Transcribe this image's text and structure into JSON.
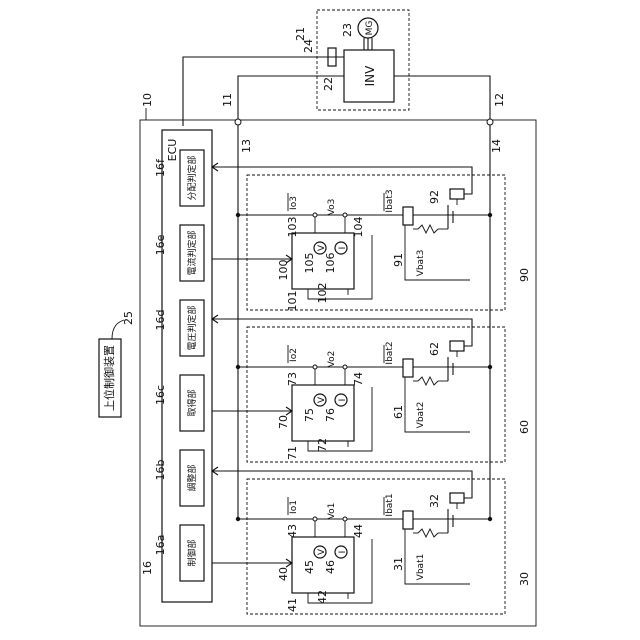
{
  "upper_controller": {
    "ref": "25",
    "label": "上位制御装置"
  },
  "motor_unit": {
    "ref_group": "21",
    "ref_inverter": "22",
    "ref_motor": "23",
    "ref_sensor": "24",
    "motor_label": "MG",
    "inverter_label": "INV"
  },
  "system": {
    "ref_system": "10",
    "ref_node_left": "11",
    "ref_node_right": "12",
    "ref_line_left": "13",
    "ref_line_right": "14",
    "ref_ecu_frame": "16",
    "ecu_label": "ECU"
  },
  "ecu_blocks": [
    {
      "ref": "16a",
      "label": "制御部"
    },
    {
      "ref": "16b",
      "label": "調整部"
    },
    {
      "ref": "16c",
      "label": "取得部"
    },
    {
      "ref": "16d",
      "label": "電圧判定部"
    },
    {
      "ref": "16e",
      "label": "電流判定部"
    },
    {
      "ref": "16f",
      "label": "分配判定部"
    }
  ],
  "modules": [
    {
      "ref": "30",
      "conv_ref": "40",
      "in_ref": "41",
      "out_ref": "42",
      "term_a_ref": "43",
      "term_b_ref": "44",
      "vsens_ref": "45",
      "isens_ref": "46",
      "cell_ref": "31",
      "mon_ref": "32",
      "io_label": "Io1",
      "vo_label": "Vo1",
      "ibat_label": "Ibat1",
      "vbat_label": "Vbat1",
      "v_symbol": "V",
      "i_symbol": "I"
    },
    {
      "ref": "60",
      "conv_ref": "70",
      "in_ref": "71",
      "out_ref": "72",
      "term_a_ref": "73",
      "term_b_ref": "74",
      "vsens_ref": "75",
      "isens_ref": "76",
      "cell_ref": "61",
      "mon_ref": "62",
      "io_label": "Io2",
      "vo_label": "Vo2",
      "ibat_label": "Ibat2",
      "vbat_label": "Vbat2",
      "v_symbol": "V",
      "i_symbol": "I"
    },
    {
      "ref": "90",
      "conv_ref": "100",
      "in_ref": "101",
      "out_ref": "102",
      "term_a_ref": "103",
      "term_b_ref": "104",
      "vsens_ref": "105",
      "isens_ref": "106",
      "cell_ref": "91",
      "mon_ref": "92",
      "io_label": "Io3",
      "vo_label": "Vo3",
      "ibat_label": "Ibat3",
      "vbat_label": "Vbat3",
      "v_symbol": "V",
      "i_symbol": "I"
    }
  ]
}
